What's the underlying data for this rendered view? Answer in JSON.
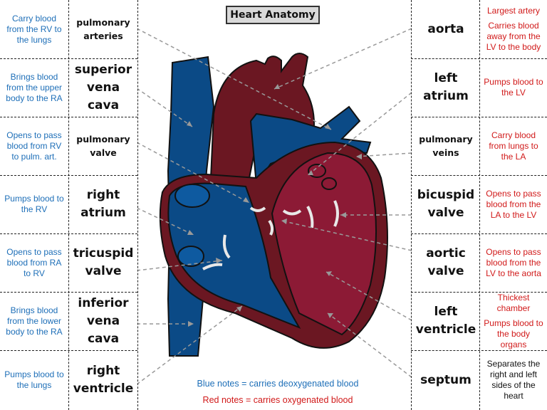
{
  "title": "Heart Anatomy",
  "colors": {
    "deoxygenated": "#0b4a86",
    "oxygenated_dark": "#6b1722",
    "oxygenated": "#8c1a35",
    "blue_note": "#1e6fb8",
    "red_note": "#d11a1a"
  },
  "left_notes": [
    "Carry blood from the RV to the lungs",
    "Brings blood from the upper body to the RA",
    "Opens to pass blood from RV to pulm. art.",
    "Pumps blood to the RV",
    "Opens to pass blood from RA to RV",
    "Brings blood from the lower body to the RA",
    "Pumps blood to the lungs"
  ],
  "left_terms": [
    "pulmonary arteries",
    "superior vena cava",
    "pulmonary valve",
    "right atrium",
    "tricuspid valve",
    "inferior vena cava",
    "right ventricle"
  ],
  "right_terms": [
    "aorta",
    "left atrium",
    "pulmonary veins",
    "bicuspid valve",
    "aortic valve",
    "left ventricle",
    "septum"
  ],
  "right_notes": {
    "aorta_1": "Largest artery",
    "aorta_2": "Carries blood away from the LV to the body",
    "left_atrium": "Pumps blood to the LV",
    "pulmonary_veins": "Carry blood from lungs to the LA",
    "bicuspid_valve": "Opens to pass blood from the LA to the LV",
    "aortic_valve": "Opens to pass blood from the LV to the aorta",
    "left_ventricle_1": "Thickest chamber",
    "left_ventricle_2": "Pumps blood to the body organs",
    "septum": "Separates the right and left sides of the heart"
  },
  "legend": {
    "blue": "Blue notes = carries deoxygenated blood",
    "red": "Red notes = carries oxygenated blood"
  }
}
